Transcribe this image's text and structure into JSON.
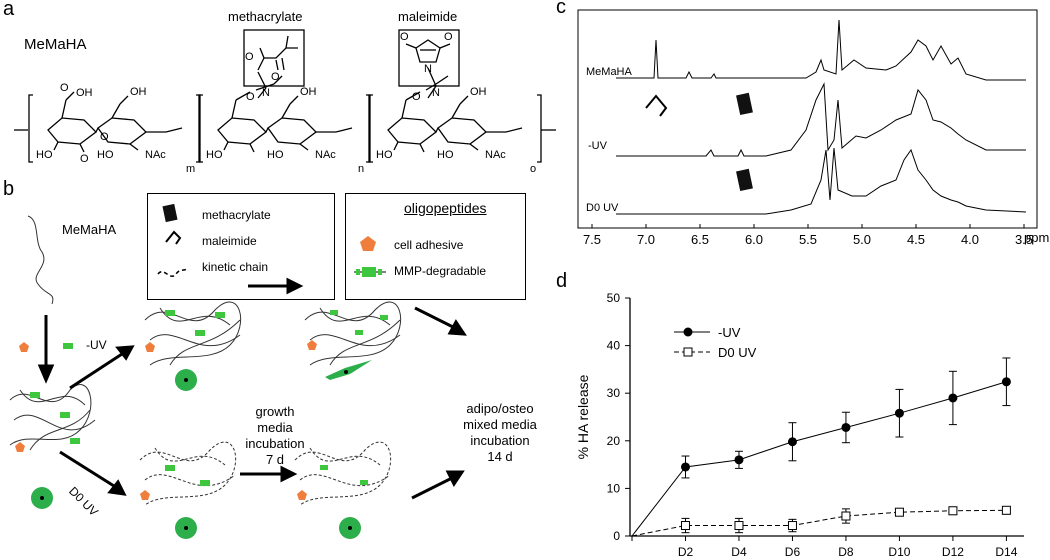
{
  "panels": {
    "a": "a",
    "b": "b",
    "c": "c",
    "d": "d"
  },
  "panel_a": {
    "name": "MeMaHA",
    "methacrylate": "methacrylate",
    "maleimide": "maleimide",
    "labels": {
      "OH": "OH",
      "HO": "HO",
      "O": "O",
      "N": "N",
      "NAc": "NAc",
      "m": "m",
      "n": "n",
      "o": "o"
    }
  },
  "panel_b": {
    "memaha": "MeMaHA",
    "legend1": [
      "methacrylate",
      "maleimide",
      "kinetic chain"
    ],
    "legend2_title": "oligopeptides",
    "legend2": [
      "cell adhesive",
      "MMP-degradable"
    ],
    "minus_uv": "-UV",
    "d0_uv": "D0 UV",
    "growth": [
      "growth",
      "media",
      "incubation",
      "7 d"
    ],
    "adipo": [
      "adipo/osteo",
      "mixed media",
      "incubation",
      "14 d"
    ]
  },
  "panel_c": {
    "traces": [
      "MeMaHA",
      "-UV",
      "D0 UV"
    ],
    "xticks": [
      "7.5",
      "7.0",
      "6.5",
      "6.0",
      "5.5",
      "5.0",
      "4.5",
      "4.0",
      "3.5"
    ],
    "xunit": "ppm"
  },
  "chart_data": {
    "type": "line",
    "title": "",
    "xlabel": "",
    "ylabel": "% HA release",
    "categories": [
      "",
      "D2",
      "D4",
      "D6",
      "D8",
      "D10",
      "D12",
      "D14"
    ],
    "ylim": [
      0,
      50
    ],
    "yticks": [
      "0",
      "10",
      "20",
      "30",
      "40",
      "50"
    ],
    "legend_position": "top-left",
    "series": [
      {
        "name": "-UV",
        "marker": "filled-circle",
        "line": "solid",
        "values": [
          0,
          14.5,
          16,
          19.8,
          22.8,
          25.8,
          29,
          32.4
        ],
        "errors": [
          0,
          2.3,
          1.8,
          4,
          3.2,
          5,
          5.6,
          5
        ]
      },
      {
        "name": "D0 UV",
        "marker": "open-square",
        "line": "dashed",
        "values": [
          0,
          2.2,
          2.2,
          2.2,
          4.2,
          5.0,
          5.3,
          5.4
        ],
        "errors": [
          0,
          1.5,
          1.5,
          1.3,
          1.5,
          0.4,
          0.8,
          0.8
        ]
      }
    ]
  }
}
